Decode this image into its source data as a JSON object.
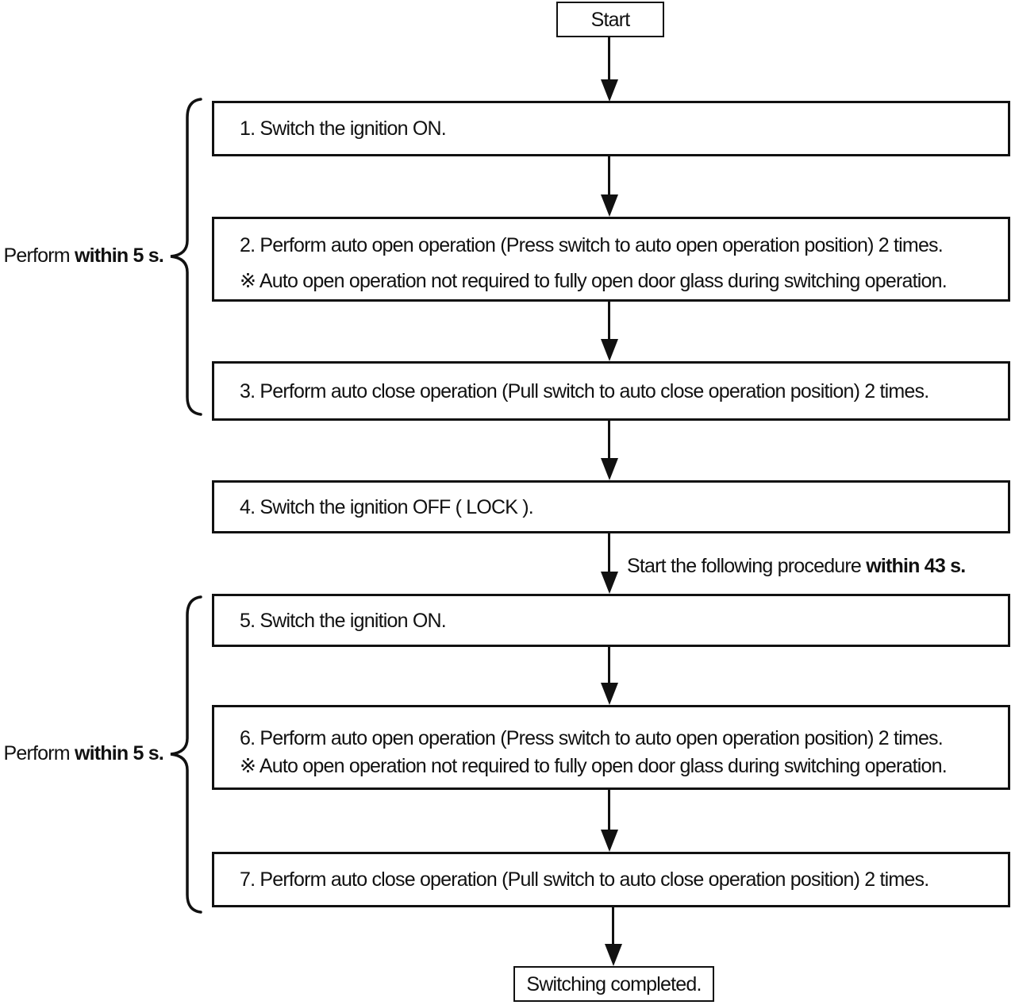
{
  "diagram": {
    "start_label": "Start",
    "end_label": "Switching completed.",
    "steps": [
      {
        "lines": [
          "1. Switch the ignition ON."
        ]
      },
      {
        "lines": [
          "2. Perform auto open operation (Press switch to auto open operation position) 2 times.",
          "※ Auto open operation not required to fully open door glass during switching operation."
        ]
      },
      {
        "lines": [
          "3. Perform auto close operation (Pull switch to auto close operation position) 2 times."
        ]
      },
      {
        "lines": [
          "4. Switch the ignition OFF ( LOCK )."
        ]
      },
      {
        "lines": [
          "5. Switch the ignition ON."
        ]
      },
      {
        "lines": [
          "6. Perform auto open operation (Press switch to auto open operation position) 2 times.",
          "※ Auto open operation not required to fully open door glass during switching operation."
        ]
      },
      {
        "lines": [
          "7. Perform auto close operation (Pull switch to auto close operation position) 2 times."
        ]
      }
    ],
    "brace_label_top": {
      "prefix": "Perform ",
      "bold": "within 5 s."
    },
    "brace_label_bottom": {
      "prefix": "Perform ",
      "bold": "within 5 s."
    },
    "between_label": {
      "prefix": "Start the following procedure ",
      "bold": "within 43 s."
    },
    "colors": {
      "line": "#111111",
      "background": "#ffffff",
      "text": "#111111"
    }
  }
}
